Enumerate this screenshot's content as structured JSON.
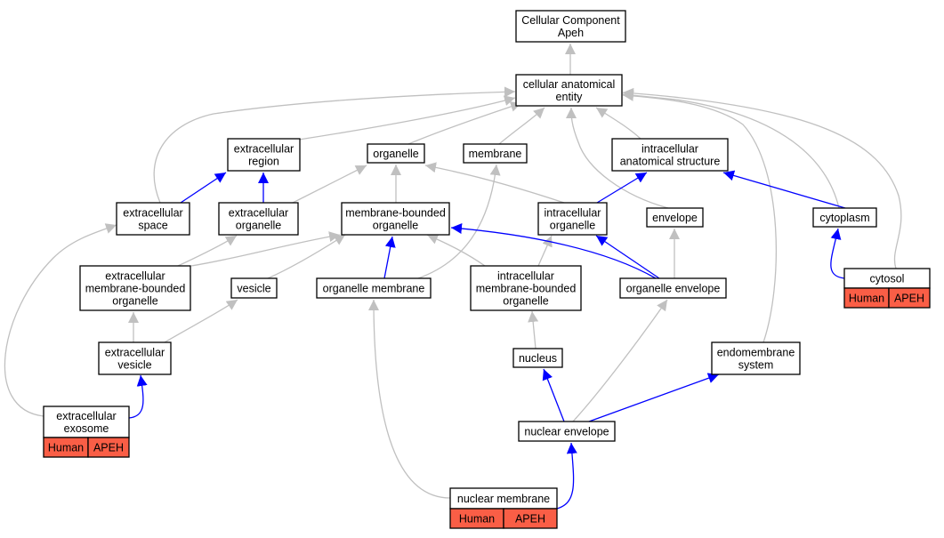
{
  "colors": {
    "is_a_edge": "#c0c0c0",
    "part_of_edge": "#0000ff",
    "annotation_tag": "#fa5e46",
    "node_border": "#000000",
    "background": "#ffffff"
  },
  "nodes": [
    {
      "id": "root",
      "lines": [
        "Cellular Component",
        "Apeh"
      ]
    },
    {
      "id": "cae",
      "lines": [
        "cellular anatomical",
        "entity"
      ]
    },
    {
      "id": "ecregion",
      "lines": [
        "extracellular",
        "region"
      ]
    },
    {
      "id": "organelle",
      "lines": [
        "organelle"
      ]
    },
    {
      "id": "membrane",
      "lines": [
        "membrane"
      ]
    },
    {
      "id": "ias",
      "lines": [
        "intracellular",
        "anatomical structure"
      ]
    },
    {
      "id": "ecspace",
      "lines": [
        "extracellular",
        "space"
      ]
    },
    {
      "id": "ecorg",
      "lines": [
        "extracellular",
        "organelle"
      ]
    },
    {
      "id": "mbo",
      "lines": [
        "membrane-bounded",
        "organelle"
      ]
    },
    {
      "id": "icorg",
      "lines": [
        "intracellular",
        "organelle"
      ]
    },
    {
      "id": "envelope",
      "lines": [
        "envelope"
      ]
    },
    {
      "id": "cytoplasm",
      "lines": [
        "cytoplasm"
      ]
    },
    {
      "id": "cytosol",
      "lines": [
        "cytosol"
      ],
      "tags": [
        "Human",
        "APEH"
      ]
    },
    {
      "id": "ecmbo",
      "lines": [
        "extracellular",
        "membrane-bounded",
        "organelle"
      ]
    },
    {
      "id": "vesicle",
      "lines": [
        "vesicle"
      ]
    },
    {
      "id": "orgmem",
      "lines": [
        "organelle membrane"
      ]
    },
    {
      "id": "icmbo",
      "lines": [
        "intracellular",
        "membrane-bounded",
        "organelle"
      ]
    },
    {
      "id": "orgenv",
      "lines": [
        "organelle envelope"
      ]
    },
    {
      "id": "ecves",
      "lines": [
        "extracellular",
        "vesicle"
      ]
    },
    {
      "id": "nucleus",
      "lines": [
        "nucleus"
      ]
    },
    {
      "id": "endomem",
      "lines": [
        "endomembrane",
        "system"
      ]
    },
    {
      "id": "exosome",
      "lines": [
        "extracellular",
        "exosome"
      ],
      "tags": [
        "Human",
        "APEH"
      ]
    },
    {
      "id": "nucenv",
      "lines": [
        "nuclear envelope"
      ]
    },
    {
      "id": "nucmem",
      "lines": [
        "nuclear membrane"
      ],
      "tags": [
        "Human",
        "APEH"
      ]
    }
  ],
  "edges": [
    {
      "from": "cae",
      "to": "root",
      "type": "is_a"
    },
    {
      "from": "ecregion",
      "to": "cae",
      "type": "is_a"
    },
    {
      "from": "organelle",
      "to": "cae",
      "type": "is_a"
    },
    {
      "from": "membrane",
      "to": "cae",
      "type": "is_a"
    },
    {
      "from": "ias",
      "to": "cae",
      "type": "is_a"
    },
    {
      "from": "ecspace",
      "to": "cae",
      "type": "is_a"
    },
    {
      "from": "envelope",
      "to": "cae",
      "type": "is_a"
    },
    {
      "from": "endomem",
      "to": "cae",
      "type": "is_a"
    },
    {
      "from": "cytoplasm",
      "to": "cae",
      "type": "is_a"
    },
    {
      "from": "cytosol",
      "to": "cae",
      "type": "is_a"
    },
    {
      "from": "ecspace",
      "to": "ecregion",
      "type": "part_of"
    },
    {
      "from": "ecorg",
      "to": "ecregion",
      "type": "part_of"
    },
    {
      "from": "ecorg",
      "to": "organelle",
      "type": "is_a"
    },
    {
      "from": "mbo",
      "to": "organelle",
      "type": "is_a"
    },
    {
      "from": "icorg",
      "to": "organelle",
      "type": "is_a"
    },
    {
      "from": "icorg",
      "to": "ias",
      "type": "part_of"
    },
    {
      "from": "cytoplasm",
      "to": "ias",
      "type": "part_of"
    },
    {
      "from": "cytosol",
      "to": "cytoplasm",
      "type": "part_of"
    },
    {
      "from": "ecmbo",
      "to": "ecorg",
      "type": "is_a"
    },
    {
      "from": "ecmbo",
      "to": "mbo",
      "type": "is_a"
    },
    {
      "from": "vesicle",
      "to": "mbo",
      "type": "is_a"
    },
    {
      "from": "orgmem",
      "to": "mbo",
      "type": "part_of"
    },
    {
      "from": "orgmem",
      "to": "membrane",
      "type": "is_a"
    },
    {
      "from": "icmbo",
      "to": "mbo",
      "type": "is_a"
    },
    {
      "from": "icmbo",
      "to": "icorg",
      "type": "is_a"
    },
    {
      "from": "orgenv",
      "to": "mbo",
      "type": "part_of"
    },
    {
      "from": "orgenv",
      "to": "icorg",
      "type": "part_of"
    },
    {
      "from": "orgenv",
      "to": "envelope",
      "type": "is_a"
    },
    {
      "from": "ecves",
      "to": "ecmbo",
      "type": "is_a"
    },
    {
      "from": "ecves",
      "to": "vesicle",
      "type": "is_a"
    },
    {
      "from": "nucleus",
      "to": "icmbo",
      "type": "is_a"
    },
    {
      "from": "exosome",
      "to": "ecves",
      "type": "is_a"
    },
    {
      "from": "exosome",
      "to": "ecspace",
      "type": "part_of"
    },
    {
      "from": "nucenv",
      "to": "nucleus",
      "type": "part_of"
    },
    {
      "from": "nucenv",
      "to": "orgenv",
      "type": "is_a"
    },
    {
      "from": "nucenv",
      "to": "endomem",
      "type": "part_of"
    },
    {
      "from": "nucmem",
      "to": "orgmem",
      "type": "is_a"
    },
    {
      "from": "nucmem",
      "to": "nucenv",
      "type": "part_of"
    }
  ]
}
